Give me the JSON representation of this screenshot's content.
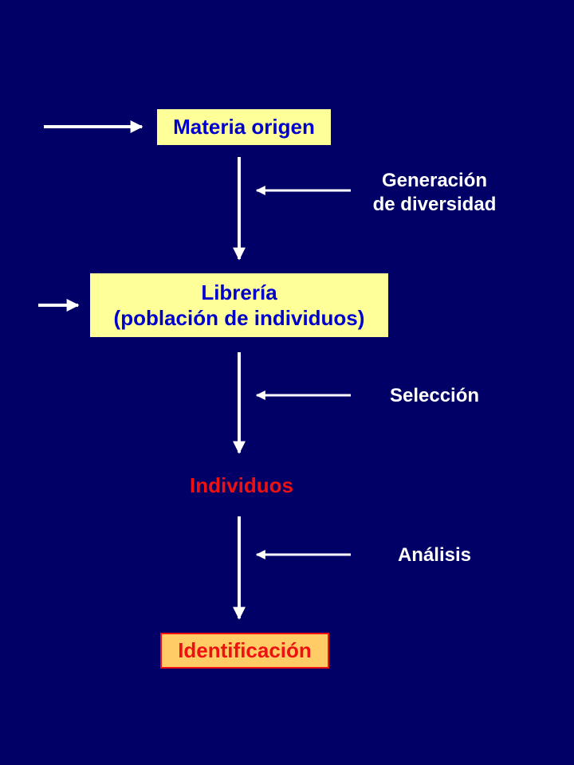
{
  "nodes": {
    "materia": "Materia origen",
    "libreria_line1": "Librería",
    "libreria_line2": "(población de individuos)",
    "individuos": "Individuos",
    "identificacion": "Identificación"
  },
  "side_labels": {
    "generacion_line1": "Generación",
    "generacion_line2": "de diversidad",
    "seleccion": "Selección",
    "analisis": "Análisis"
  },
  "colors": {
    "background": "#000066",
    "box_fill": "#ffff99",
    "box_text": "#0000cc",
    "highlight_text": "#ee1111",
    "final_box_fill": "#ffcc66",
    "arrows": "#ffffff"
  }
}
